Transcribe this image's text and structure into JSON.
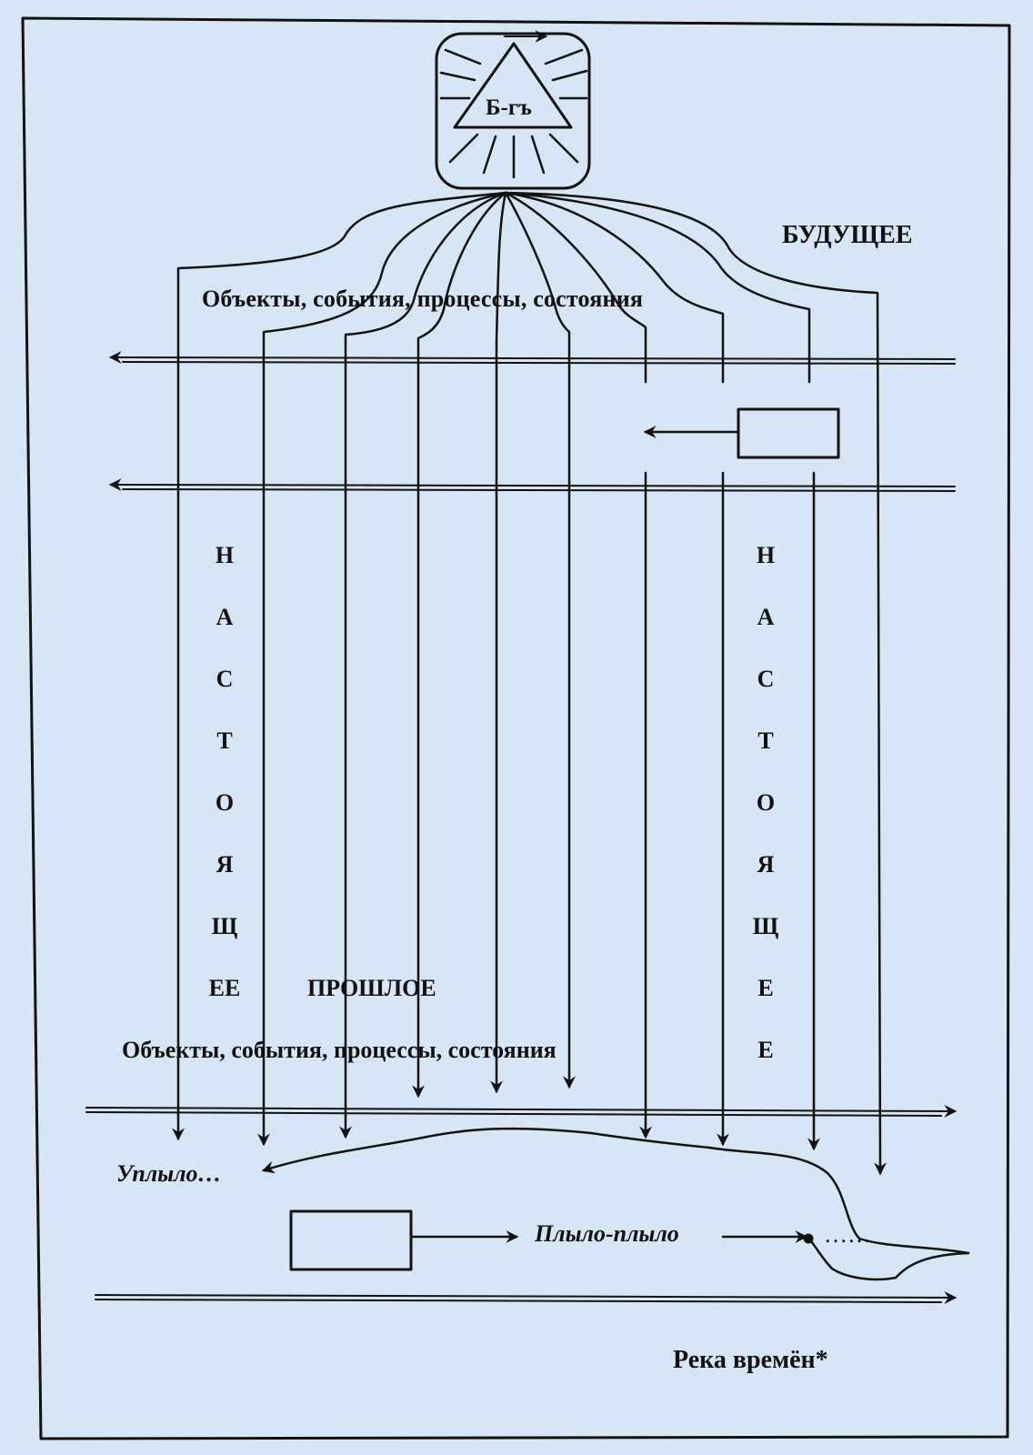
{
  "diagram": {
    "god_label": "Б-гъ",
    "future_label": "БУДУЩЕЕ",
    "objects_label_top": "Объекты, события, процессы, состояния",
    "present_left": [
      "Н",
      "А",
      "С",
      "Т",
      "О",
      "Я",
      "Щ",
      "ЕЕ"
    ],
    "present_right": [
      "Н",
      "А",
      "С",
      "Т",
      "О",
      "Я",
      "Щ",
      "Е",
      "Е"
    ],
    "past_label": "ПРОШЛОЕ",
    "objects_label_bottom": "Объекты, события, процессы, состояния",
    "floated_away_label": "Уплыло…",
    "floating_label": "Плыло-плыло",
    "dots_label": "……",
    "river_label": "Река времён*"
  },
  "colors": {
    "background": "#d6e6f6",
    "ink": "#111111"
  }
}
